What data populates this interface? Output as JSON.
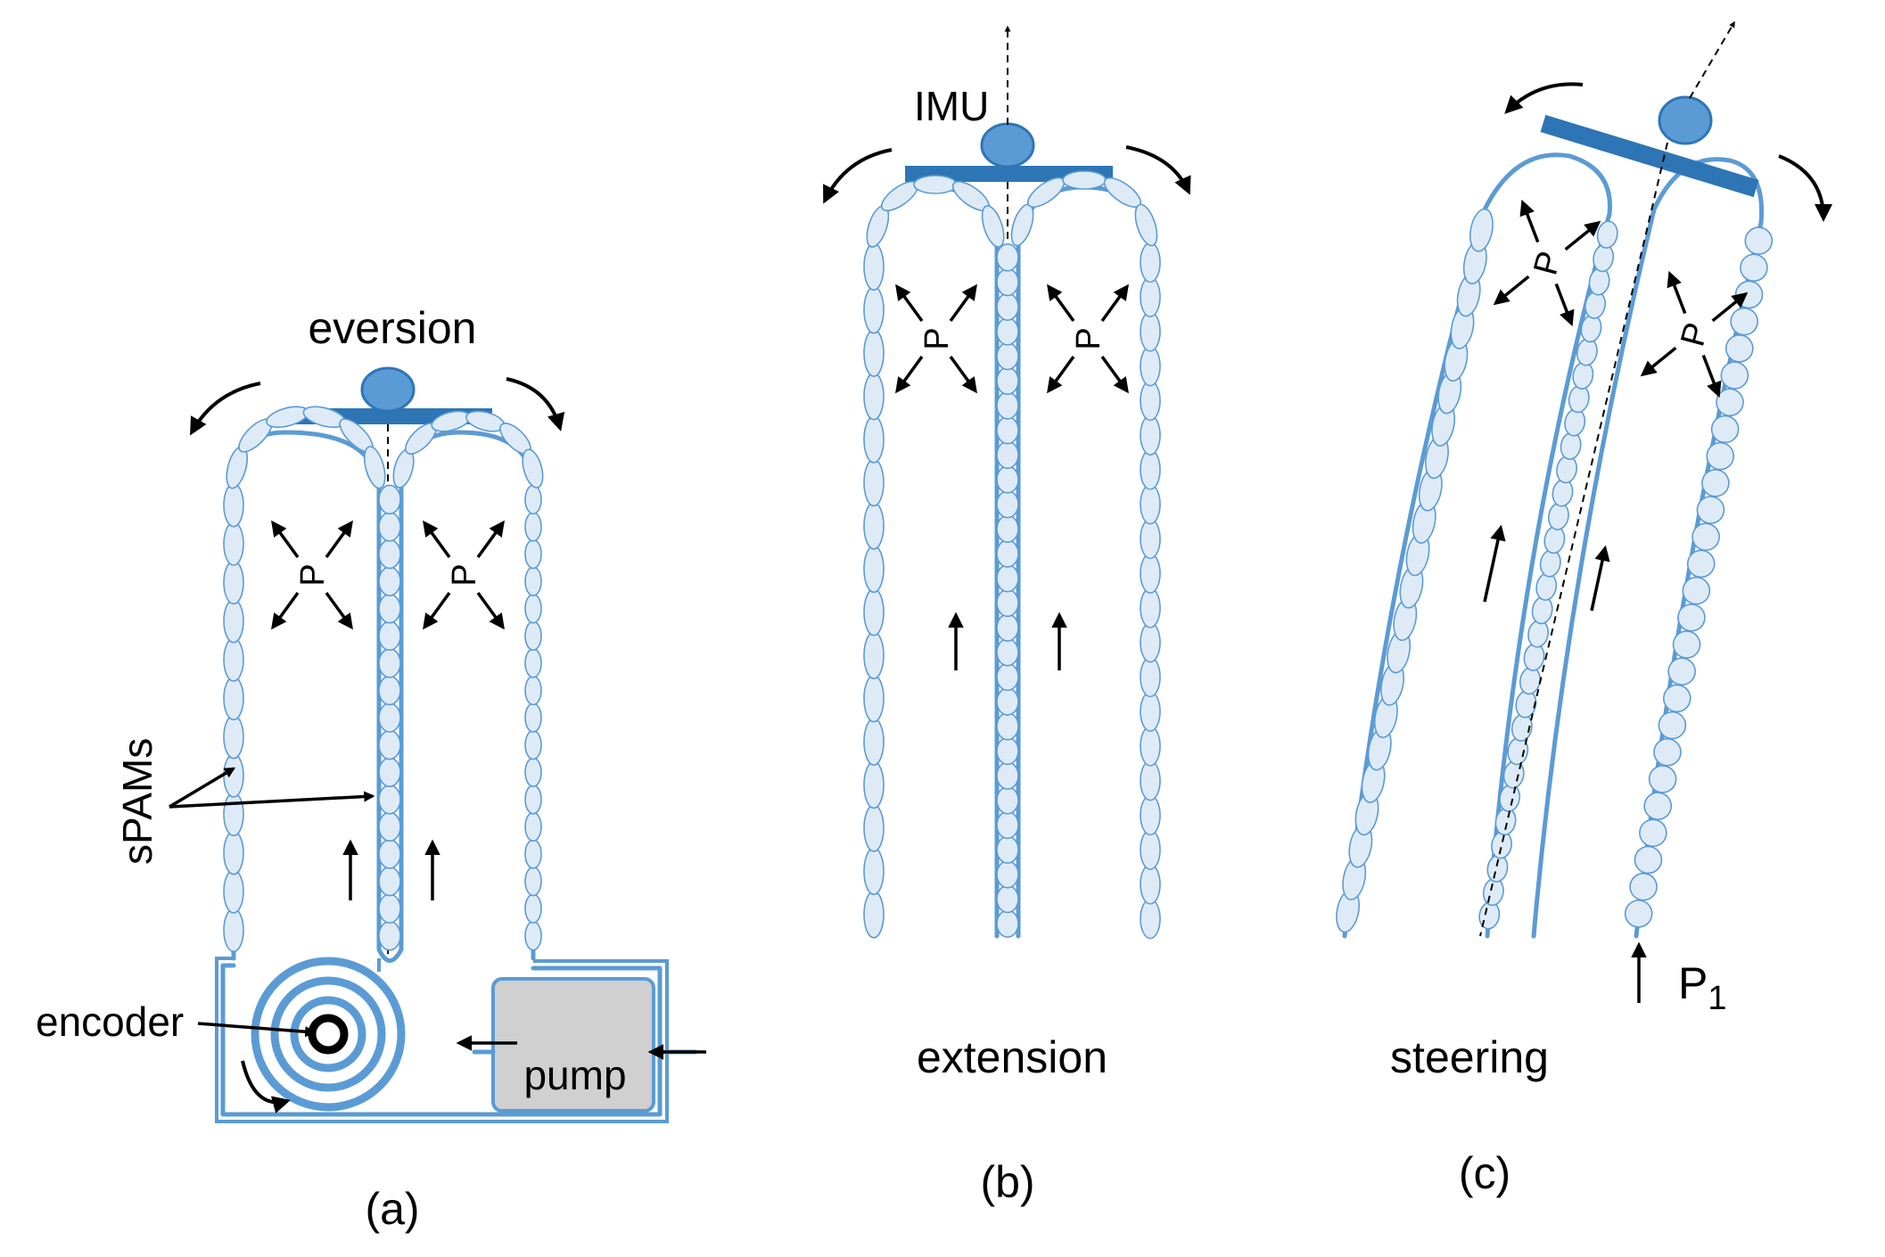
{
  "figure": {
    "panels": [
      {
        "id": "a",
        "caption": "(a)",
        "title": "eversion"
      },
      {
        "id": "b",
        "caption": "(b)",
        "title": "extension"
      },
      {
        "id": "c",
        "caption": "(c)",
        "title": "steering"
      }
    ],
    "labels": {
      "spams": "sPAMs",
      "encoder": "encoder",
      "pump": "pump",
      "imu": "IMU",
      "pressure": "P",
      "p1_base": "P",
      "p1_sub": "1"
    },
    "colors": {
      "tube": "#5b9bd5",
      "cell_fill": "#deebf7",
      "plate": "#2e75b6",
      "pump_fill": "#d0d0d0"
    }
  }
}
